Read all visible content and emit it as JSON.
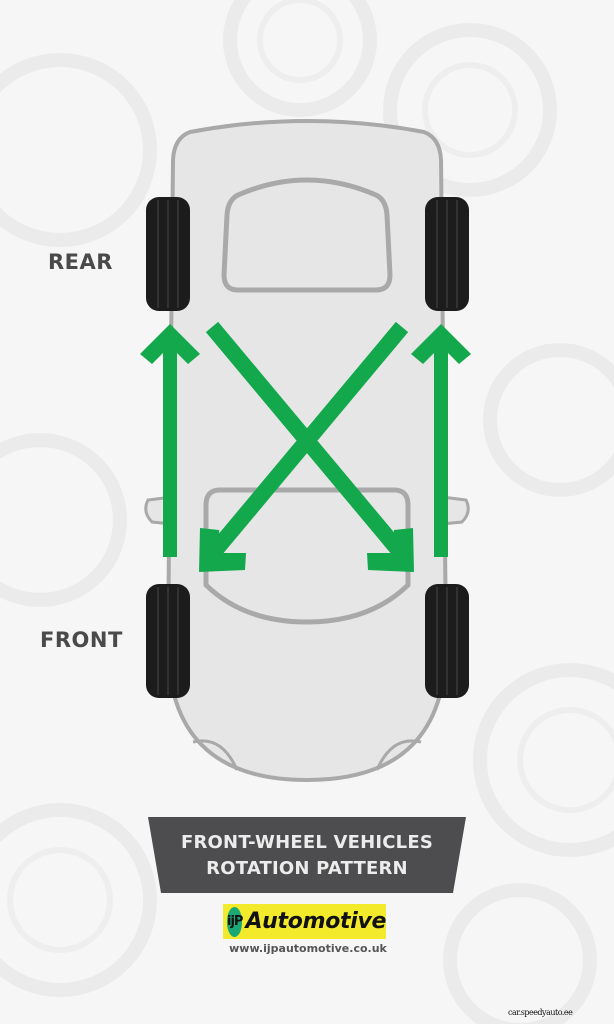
{
  "labels": {
    "rear": "REAR",
    "front": "FRONT"
  },
  "title": {
    "line1": "FRONT-WHEEL VEHICLES",
    "line2": "ROTATION PATTERN"
  },
  "logo": {
    "badge": "ijP",
    "name": "Automotive",
    "website": "www.ijpautomotive.co.uk"
  },
  "watermark": "car.speedyauto.ee",
  "colors": {
    "arrow": "#12a84b",
    "car_body": "#e6e6e7",
    "car_outline": "#a9a9aa",
    "banner": "#4d4d4f",
    "logo_yellow": "#f2ea2a",
    "logo_green": "#1aa877",
    "label_text": "#4a4a4a"
  },
  "rotation": [
    {
      "from": "front-left",
      "to": "rear-left",
      "type": "straight"
    },
    {
      "from": "front-right",
      "to": "rear-right",
      "type": "straight"
    },
    {
      "from": "rear-left",
      "to": "front-right",
      "type": "cross"
    },
    {
      "from": "rear-right",
      "to": "front-left",
      "type": "cross"
    }
  ]
}
